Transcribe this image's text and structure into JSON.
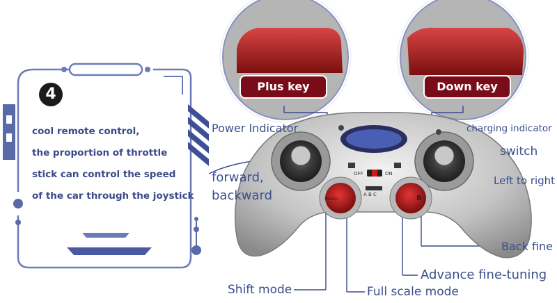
{
  "step_number": "4",
  "description_lines": [
    "cool remote control,",
    "the proportion of throttle",
    "stick can control the speed",
    "of the car through the joystick"
  ],
  "callouts": {
    "plus_key": "Plus key",
    "down_key": "Down key",
    "power_indicator": "Power Indicator",
    "charging_indicator": "charging indicator",
    "switch": "switch",
    "forward_backward_line1": "forward,",
    "forward_backward_line2": "backward",
    "left_to_right": "Left to right",
    "back_fine": "Back fine",
    "advance_fine_tuning": "Advance fine-tuning",
    "shift_mode": "Shift mode",
    "full_scale_mode": "Full scale mode"
  },
  "controller_labels": {
    "off": "OFF",
    "on": "ON",
    "abc": "A  B  C",
    "b": "B",
    "switch": "Switch"
  },
  "colors": {
    "frame": "#5a6aa8",
    "text": "#3a4a8a",
    "key_badge": "#7a0c1a"
  }
}
